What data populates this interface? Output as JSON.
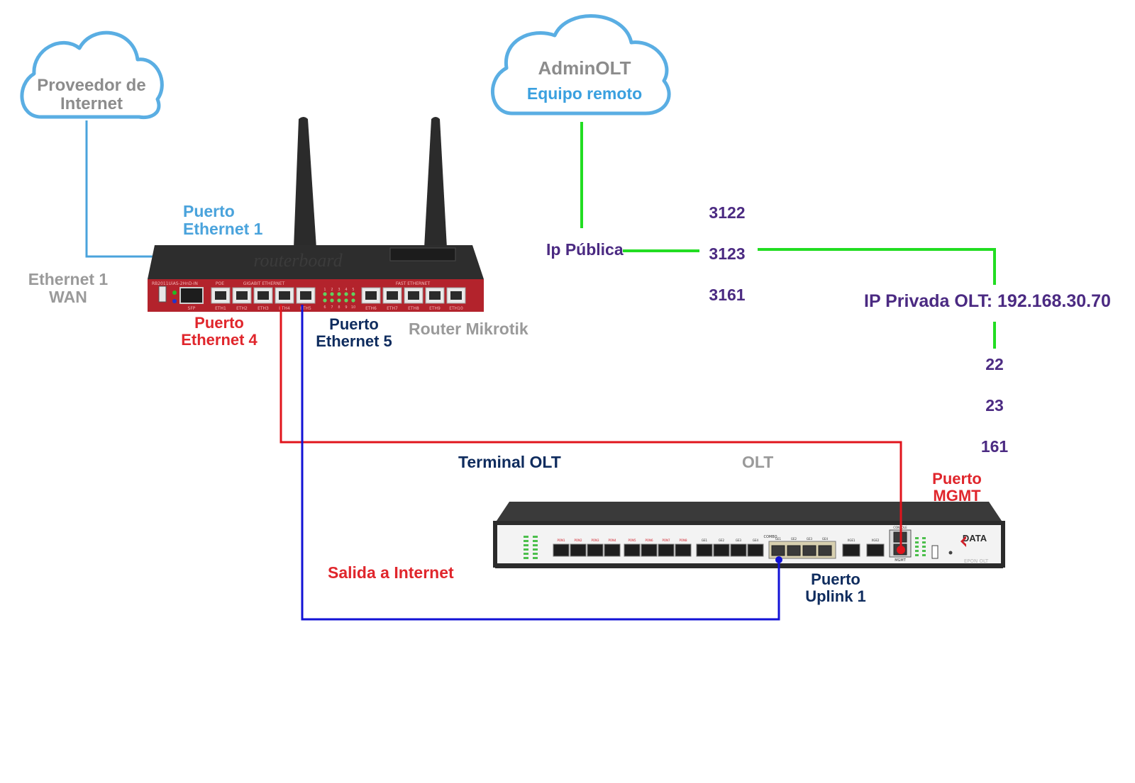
{
  "clouds": {
    "isp": {
      "line1": "Proveedor de",
      "line2": "Internet"
    },
    "adminolt": {
      "title": "AdminOLT",
      "subtitle": "Equipo remoto"
    }
  },
  "router": {
    "name": "Router Mikrotik",
    "brand": "routerboard",
    "top_label": "RB2011UiAS-2HnD-IN",
    "section_labels": {
      "poe": "POE",
      "gigabit": "GIGABIT ETHERNET",
      "fast": "FAST ETHERNET",
      "sfp": "SFP"
    },
    "port_labels": [
      "ETH1",
      "ETH2",
      "ETH3",
      "ETH4",
      "ETH5",
      "ETH6",
      "ETH7",
      "ETH8",
      "ETH9",
      "ETH10"
    ],
    "led_numbers_top": [
      "1",
      "2",
      "3",
      "4",
      "5"
    ],
    "led_numbers_bottom": [
      "6",
      "7",
      "8",
      "9",
      "10"
    ]
  },
  "olt": {
    "name": "OLT",
    "brand": "DATA",
    "model_label": "EPON OLT",
    "pon_labels": [
      "PON1",
      "PON2",
      "PON3",
      "PON4",
      "PON5",
      "PON6",
      "PON7",
      "PON8"
    ],
    "ge_labels": [
      "GE1",
      "GE2",
      "GE3",
      "GE4"
    ],
    "combo_label": "COMBO",
    "combo_ports": [
      "GE1",
      "GE2",
      "GE3",
      "GE4"
    ],
    "xge_labels": [
      "XGE1",
      "XGE2"
    ],
    "mgmt_label": "MGMT",
    "console_label": "CONSOLE"
  },
  "labels": {
    "puerto_eth1": {
      "line1": "Puerto",
      "line2": "Ethernet 1"
    },
    "eth1_wan": {
      "line1": "Ethernet 1",
      "line2": "WAN"
    },
    "puerto_eth4": {
      "line1": "Puerto",
      "line2": "Ethernet 4"
    },
    "puerto_eth5": {
      "line1": "Puerto",
      "line2": "Ethernet 5"
    },
    "ip_publica": "Ip Pública",
    "ports_public": [
      "3122",
      "3123",
      "3161"
    ],
    "ip_privada": "IP Privada OLT: 192.168.30.70",
    "ports_private": [
      "22",
      "23",
      "161"
    ],
    "terminal_olt": "Terminal OLT",
    "puerto_mgmt": {
      "line1": "Puerto",
      "line2": "MGMT"
    },
    "salida_internet": "Salida a Internet",
    "puerto_uplink": {
      "line1": "Puerto",
      "line2": "Uplink 1"
    }
  },
  "colors": {
    "isp_line": "#4aa3dc",
    "green_line": "#22dd22",
    "red_cable": "#e0141c",
    "blue_cable": "#1212d6",
    "router_red": "#b3232c",
    "router_dark": "#2a2a2a",
    "cloud_stroke": "#5aaee3"
  }
}
